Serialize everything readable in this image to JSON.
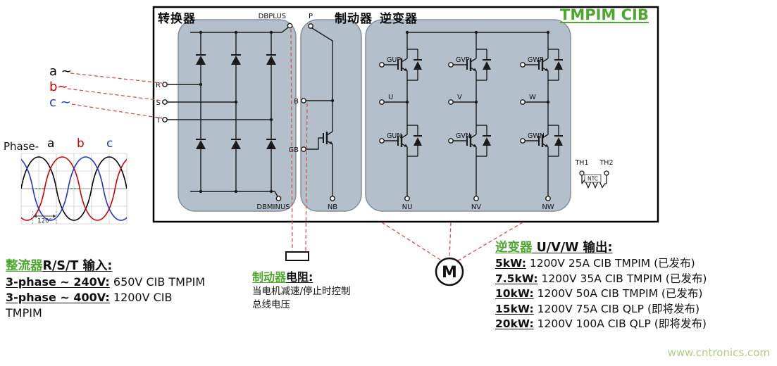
{
  "title": "TMPIM CIB",
  "watermark": "www.cntronics.com",
  "colors": {
    "accent_green": "#4ea72e",
    "module_fill": "#b3bfca",
    "annotation_red": "#d94f4f",
    "phase_a": "#000000",
    "phase_b": "#cc0000",
    "phase_c": "#2233cc",
    "watermark_green": "#b0cd84"
  },
  "sections": {
    "converter": "转换器",
    "brake": "制动器",
    "inverter": "逆变器"
  },
  "pins": {
    "dbplus": "DBPLUS",
    "dbminus": "DBMINUS",
    "p": "P",
    "b": "B",
    "gb": "GB",
    "nb": "NB",
    "r": "R",
    "s": "S",
    "t": "T",
    "gup": "GUP",
    "gvp": "GVP",
    "gwp": "GWP",
    "u": "U",
    "v": "V",
    "w": "W",
    "gun": "GUN",
    "gvn": "GVN",
    "gwn": "GWN",
    "nu": "NU",
    "nv": "NV",
    "nw": "NW",
    "th1": "TH1",
    "th2": "TH2",
    "ntc": "NTC"
  },
  "motor": {
    "label": "M"
  },
  "phase_inputs": {
    "a": "a ∼",
    "b": "b∼",
    "c": "c ∼"
  },
  "waveform": {
    "caption": "Phase-",
    "legend": {
      "a": "a",
      "b": "b",
      "c": "c"
    },
    "angle_label": "120°"
  },
  "rectifier_note": {
    "title_green": "整流器",
    "title_black": "R/S/T 输入:",
    "row1_label": "3-phase ~ 240V:",
    "row1_value": " 650V CIB TMPIM",
    "row2_label": "3-phase ~ 400V:",
    "row2_value": " 1200V CIB",
    "row2_value2": "TMPIM"
  },
  "brake_note": {
    "title_green": "制动器",
    "title_black": "电阻:",
    "line1": "当电机减速/停止时控制",
    "line2": "总线电压"
  },
  "inverter_note": {
    "title_green": "逆变器",
    "title_black": " U/V/W 输出:",
    "rows": [
      {
        "kw": "5kW:",
        "spec": " 1200V 25A CIB TMPIM ",
        "status": "(已发布)"
      },
      {
        "kw": "7.5kW:",
        "spec": " 1200V 35A CIB TMPIM ",
        "status": "(已发布)"
      },
      {
        "kw": "10kW:",
        "spec": " 1200V 50A CIB TMPIM ",
        "status": "(已发布)"
      },
      {
        "kw": "15kW:",
        "spec": " 1200V 75A CIB QLP ",
        "status": "(即将发布)"
      },
      {
        "kw": "20kW:",
        "spec": " 1200V 100A CIB QLP ",
        "status": "(即将发布)"
      }
    ]
  }
}
